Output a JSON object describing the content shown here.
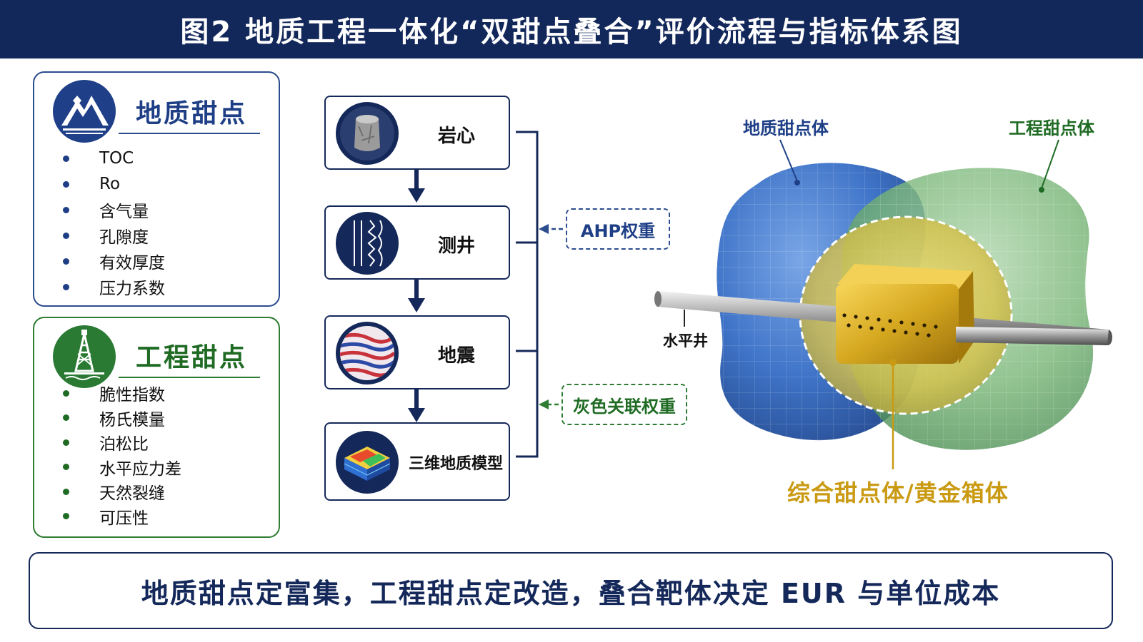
{
  "title": "图2 地质工程一体化“双甜点叠合”评价流程与指标体系图",
  "geo_panel": {
    "title": "地质甜点",
    "icon": "mountain-icon",
    "items": [
      "TOC",
      "Ro",
      "含气量",
      "孔隙度",
      "有效厚度",
      "压力系数"
    ]
  },
  "eng_panel": {
    "title": "工程甜点",
    "icon": "oil-rig-icon",
    "items": [
      "脆性指数",
      "杨氏模量",
      "泊松比",
      "水平应力差",
      "天然裂缝",
      "可压性"
    ]
  },
  "flow": {
    "steps": [
      {
        "label": "岩心",
        "icon": "core-sample-icon"
      },
      {
        "label": "测井",
        "icon": "well-log-icon"
      },
      {
        "label": "地震",
        "icon": "seismic-icon"
      },
      {
        "label": "三维地质模型",
        "icon": "3d-model-icon"
      }
    ],
    "weights": [
      "AHP权重",
      "灰色关联权重"
    ]
  },
  "volumes": {
    "geo_label": "地质甜点体",
    "eng_label": "工程甜点体",
    "well_label": "水平井",
    "gold_label": "综合甜点体/黄金箱体"
  },
  "conclusion": "地质甜点定富集，工程甜点定改造，叠合靶体决定 EUR 与单位成本",
  "colors": {
    "navy": "#13285a",
    "geo_blue": "#3f74c8",
    "eng_green": "#5fa865",
    "gold": "#c99a12"
  }
}
